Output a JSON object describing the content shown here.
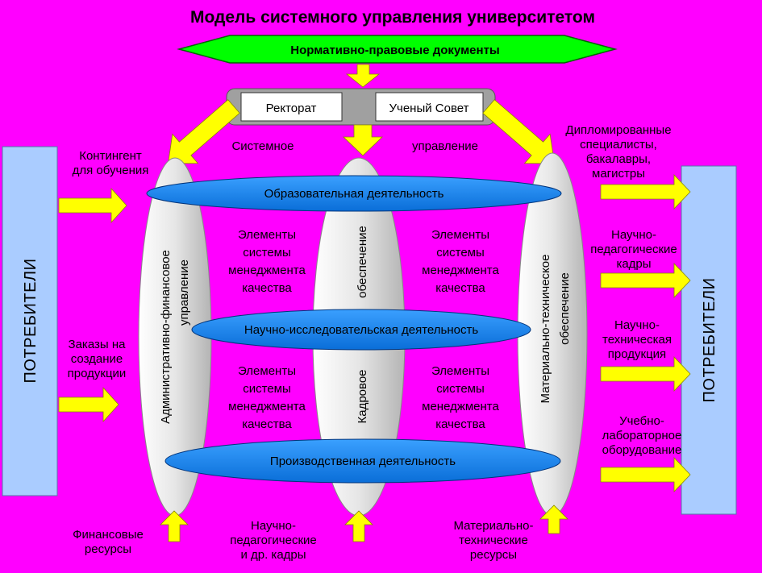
{
  "title": "Модель системного управления университетом",
  "normative": "Нормативно-правовые документы",
  "rectorate": "Ректорат",
  "council": "Ученый Совет",
  "system_word1": "Системное",
  "system_word2": "управление",
  "activities": {
    "edu": "Образовательная деятельность",
    "research": "Научно-исследовательская деятельность",
    "production": "Производственная деятельность"
  },
  "pillars": {
    "admin_line1": "Административно-финансовое",
    "admin_line2": "управление",
    "staff_top": "обеспечение",
    "staff_bottom": "Кадровое",
    "material_line1": "Материально-техническое",
    "material_line2": "обеспечение"
  },
  "qms": [
    "Элементы",
    "системы",
    "менеджмента",
    "качества"
  ],
  "consumers": "ПОТРЕБИТЕЛИ",
  "inputs_left": [
    [
      "Контингент",
      "для обучения"
    ],
    [
      "Заказы на",
      "создание",
      "продукции"
    ]
  ],
  "outputs_right": [
    [
      "Дипломированные",
      "специалисты,",
      "бакалавры,",
      "магистры"
    ],
    [
      "Научно-",
      "педагогические",
      "кадры"
    ],
    [
      "Научно-",
      "техническая",
      "продукция"
    ],
    [
      "Учебно-",
      "лабораторное",
      "оборудование"
    ]
  ],
  "inputs_bottom": [
    [
      "Финансовые",
      "ресурсы"
    ],
    [
      "Научно-",
      "педагогические",
      "и др. кадры"
    ],
    [
      "Материально-",
      "технические",
      "ресурсы"
    ]
  ],
  "colors": {
    "background": "#ff00ff",
    "arrow": "#ffff00",
    "hexagon": "#00ff00",
    "ellipse": "#1e90ff",
    "consumer_box": "#aaccff",
    "pillar": "#dcdcdc"
  }
}
